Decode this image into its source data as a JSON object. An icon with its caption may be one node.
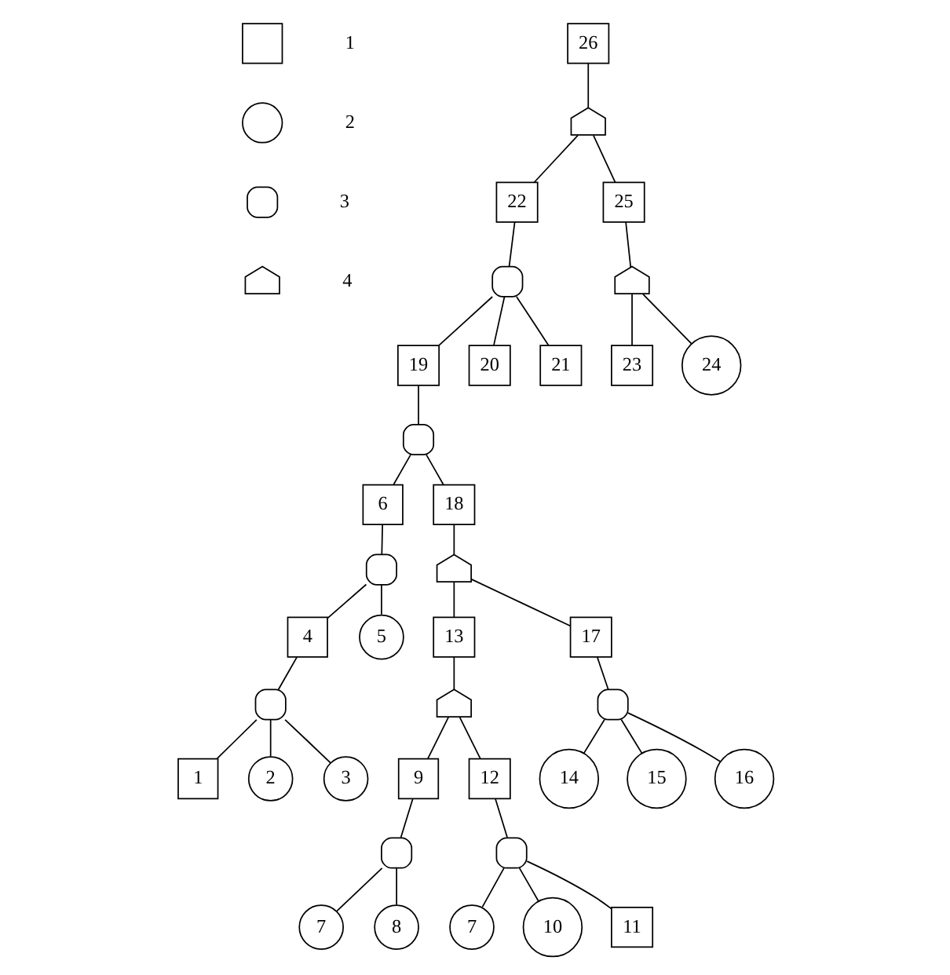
{
  "diagram": {
    "nodes": [
      {
        "text": [
          "26"
        ]
      },
      {
        "text": [],
        "shape": "or-gate"
      },
      {
        "text": [
          "22"
        ]
      },
      {
        "text": [
          "25"
        ]
      },
      {
        "text": [],
        "shape": "and-gate"
      },
      {
        "text": [],
        "shape": "or-gate"
      },
      {
        "text": [
          "19"
        ]
      },
      {
        "text": [
          "20"
        ]
      },
      {
        "text": [
          "21"
        ]
      },
      {
        "text": [
          "23"
        ]
      },
      {
        "text": [
          "24"
        ]
      },
      {
        "text": [],
        "shape": "and-gate"
      },
      {
        "text": [
          "6"
        ]
      },
      {
        "text": [
          "18"
        ]
      },
      {
        "text": [],
        "shape": "and-gate"
      },
      {
        "text": [],
        "shape": "or-gate"
      },
      {
        "text": [
          "4"
        ]
      },
      {
        "text": [
          "5"
        ]
      },
      {
        "text": [
          "13"
        ]
      },
      {
        "text": [
          "17"
        ]
      },
      {
        "text": [],
        "shape": "and-gate"
      },
      {
        "text": [],
        "shape": "or-gate"
      },
      {
        "text": [],
        "shape": "and-gate"
      },
      {
        "text": [
          "1"
        ]
      },
      {
        "text": [
          "2"
        ]
      },
      {
        "text": [
          "3"
        ]
      },
      {
        "text": [
          "9"
        ]
      },
      {
        "text": [
          "12"
        ]
      },
      {
        "text": [
          "14"
        ]
      },
      {
        "text": [
          "15"
        ]
      },
      {
        "text": [
          "16"
        ]
      },
      {
        "text": [],
        "shape": "and-gate"
      },
      {
        "text": [],
        "shape": "and-gate"
      },
      {
        "text": [
          "7"
        ]
      },
      {
        "text": [
          "8"
        ]
      },
      {
        "text": [
          "7"
        ]
      },
      {
        "text": [
          "10"
        ]
      },
      {
        "text": [
          "11"
        ]
      },
      {
        "text": [],
        "shape": "box",
        "beside": [
          "1"
        ]
      },
      {
        "text": [],
        "shape": "circle",
        "beside": [
          "2"
        ]
      },
      {
        "text": [],
        "shape": "and-gate",
        "beside": [
          "3"
        ]
      },
      {
        "text": [],
        "shape": "or-gate",
        "beside": [
          "4"
        ]
      }
    ],
    "edges": [
      {
        "from": 0,
        "to": 1,
        "arrow": "none"
      },
      {
        "from": 1,
        "to": 2,
        "arrow": "none"
      },
      {
        "from": 1,
        "to": 3,
        "arrow": "none"
      },
      {
        "from": 2,
        "to": 4,
        "arrow": "none"
      },
      {
        "from": 3,
        "to": 5,
        "arrow": "none"
      },
      {
        "from": 4,
        "to": 6,
        "arrow": "none"
      },
      {
        "from": 4,
        "to": 7,
        "arrow": "none"
      },
      {
        "from": 4,
        "to": 8,
        "arrow": "none"
      },
      {
        "from": 5,
        "to": 9,
        "arrow": "none"
      },
      {
        "from": 5,
        "to": 10,
        "arrow": "none"
      },
      {
        "from": 6,
        "to": 11,
        "arrow": "none"
      },
      {
        "from": 11,
        "to": 12,
        "arrow": "none"
      },
      {
        "from": 11,
        "to": 13,
        "arrow": "none"
      },
      {
        "from": 12,
        "to": 14,
        "arrow": "none"
      },
      {
        "from": 13,
        "to": 15,
        "arrow": "none"
      },
      {
        "from": 14,
        "to": 16,
        "arrow": "none"
      },
      {
        "from": 14,
        "to": 17,
        "arrow": "none"
      },
      {
        "from": 15,
        "to": 18,
        "arrow": "none"
      },
      {
        "from": 15,
        "to": 19,
        "arrow": "none"
      },
      {
        "from": 16,
        "to": 20,
        "arrow": "none"
      },
      {
        "from": 18,
        "to": 21,
        "arrow": "none"
      },
      {
        "from": 19,
        "to": 22,
        "arrow": "none"
      },
      {
        "from": 20,
        "to": 23,
        "arrow": "none"
      },
      {
        "from": 20,
        "to": 24,
        "arrow": "none"
      },
      {
        "from": 20,
        "to": 25,
        "arrow": "none"
      },
      {
        "from": 21,
        "to": 26,
        "arrow": "none"
      },
      {
        "from": 21,
        "to": 27,
        "arrow": "none"
      },
      {
        "from": 22,
        "to": 28,
        "arrow": "none"
      },
      {
        "from": 22,
        "to": 29,
        "arrow": "none"
      },
      {
        "from": 22,
        "to": 30,
        "arrow": "none"
      },
      {
        "from": 26,
        "to": 31,
        "arrow": "none"
      },
      {
        "from": 27,
        "to": 32,
        "arrow": "none"
      },
      {
        "from": 31,
        "to": 33,
        "arrow": "none"
      },
      {
        "from": 31,
        "to": 34,
        "arrow": "none"
      },
      {
        "from": 32,
        "to": 35,
        "arrow": "none"
      },
      {
        "from": 32,
        "to": 36,
        "arrow": "none"
      },
      {
        "from": 32,
        "to": 37,
        "arrow": "none"
      }
    ]
  }
}
